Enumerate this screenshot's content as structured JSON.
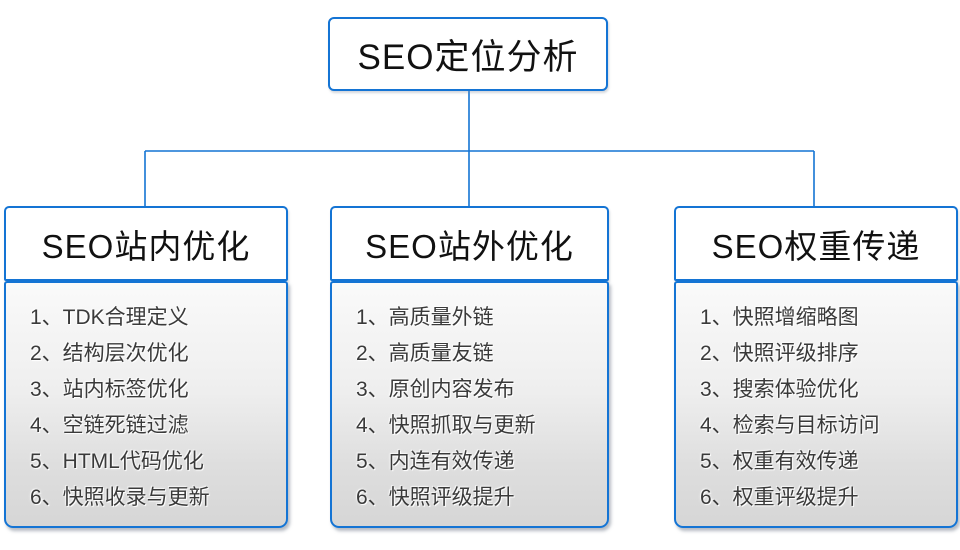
{
  "diagram": {
    "root": {
      "label": "SEO定位分析"
    },
    "columns": [
      {
        "header": "SEO站内优化",
        "items": [
          "1、TDK合理定义",
          "2、结构层次优化",
          "3、站内标签优化",
          "4、空链死链过滤",
          "5、HTML代码优化",
          "6、快照收录与更新"
        ]
      },
      {
        "header": "SEO站外优化",
        "items": [
          "1、高质量外链",
          "2、高质量友链",
          "3、原创内容发布",
          "4、快照抓取与更新",
          "5、内连有效传递",
          "6、快照评级提升"
        ]
      },
      {
        "header": "SEO权重传递",
        "items": [
          "1、快照增缩略图",
          "2、快照评级排序",
          "3、搜索体验优化",
          "4、检索与目标访问",
          "5、权重有效传递",
          "6、权重评级提升"
        ]
      }
    ],
    "colors": {
      "border_blue": "#1474d4",
      "list_text": "#3a3a3a",
      "list_gradient_top": "#fafafa",
      "list_gradient_bottom": "#d6d6d6"
    }
  }
}
